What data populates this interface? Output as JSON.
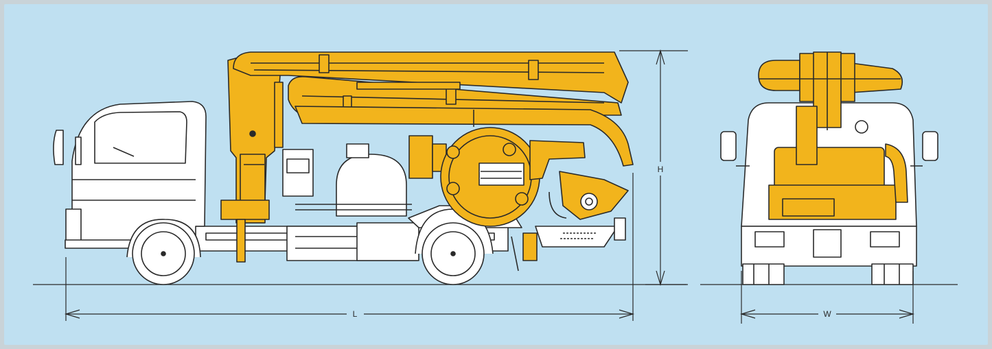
{
  "dimensions": {
    "length_label": "L",
    "height_label": "H",
    "width_label": "W"
  },
  "colors": {
    "background": "#bfe0f1",
    "boom": "#f2b41c",
    "line": "#2a2a2a",
    "truck_body": "#ffffff"
  },
  "views": {
    "side": {
      "name": "side-view"
    },
    "rear": {
      "name": "rear-view"
    }
  }
}
